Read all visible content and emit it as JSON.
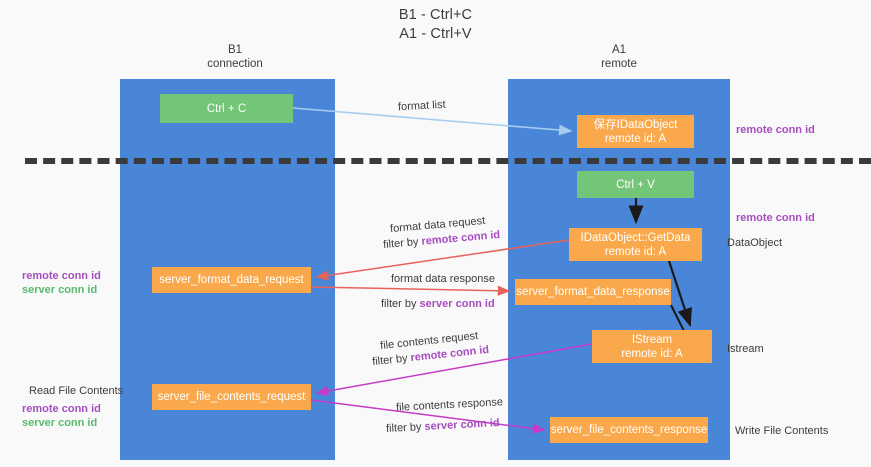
{
  "diagram": {
    "title_line1": "B1 - Ctrl+C",
    "title_line2": "A1 - Ctrl+V",
    "colors": {
      "lane": "#4a86d8",
      "green_box": "#73c678",
      "orange_box": "#f9a94c",
      "purple_text": "#a64dbf",
      "green_text": "#57bb6c",
      "divider": "#3a3a3a",
      "arrow_light_blue": "#a6cdf0",
      "arrow_black": "#1a1a1a",
      "arrow_red": "#e8615a",
      "arrow_magenta": "#c63ac6",
      "background": "#f9f9fa"
    },
    "columns": [
      {
        "id": "b1",
        "name": "B1",
        "role": "connection"
      },
      {
        "id": "a1",
        "name": "A1",
        "role": "remote"
      }
    ],
    "boxes": {
      "ctrl_c": {
        "line1": "Ctrl + C",
        "line2": "",
        "kind": "green"
      },
      "idataobject": {
        "line1": "保存IDataObject",
        "line2": "remote id: A",
        "kind": "orange"
      },
      "ctrl_v": {
        "line1": "Ctrl + V",
        "line2": "",
        "kind": "green"
      },
      "getdata": {
        "line1": "IDataObject::GetData",
        "line2": "remote id: A",
        "kind": "orange"
      },
      "server_format_data_request": {
        "line1": "server_format_data_request",
        "line2": "",
        "kind": "orange"
      },
      "server_format_data_response": {
        "line1": "server_format_data_response",
        "line2": "",
        "kind": "orange"
      },
      "istream": {
        "line1": "IStream",
        "line2": "remote id: A",
        "kind": "orange"
      },
      "server_file_contents_request": {
        "line1": "server_file_contents_request",
        "line2": "",
        "kind": "orange"
      },
      "server_file_contents_response": {
        "line1": "server_file_contents_response",
        "line2": "",
        "kind": "orange"
      }
    },
    "arrow_labels": {
      "format_list": "format list",
      "format_data_request": "format data request",
      "format_data_request_filter_prefix": "filter by ",
      "format_data_request_filter_key": "remote conn id",
      "format_data_response": "format data response",
      "format_data_response_filter_prefix": "filter by ",
      "format_data_response_filter_key": "server conn id",
      "file_contents_request": "file contents request",
      "file_contents_request_filter_prefix": "filter by ",
      "file_contents_request_filter_key": "remote conn id",
      "file_contents_response": "file contents response",
      "file_contents_response_filter_prefix": "filter by ",
      "file_contents_response_filter_key": "server conn id"
    },
    "side_labels": {
      "right_remote_conn_id_top": "remote conn id",
      "right_remote_conn_id_mid": "remote conn id",
      "right_dataobject": "DataObject",
      "right_istream": "Istream",
      "right_write_file_contents": "Write File Contents",
      "left_remote_conn_id_mid": "remote conn id",
      "left_server_conn_id_mid": "server conn id",
      "left_read_file_contents": "Read File Contents",
      "left_remote_conn_id_bottom": "remote conn id",
      "left_server_conn_id_bottom": "server conn id"
    }
  }
}
